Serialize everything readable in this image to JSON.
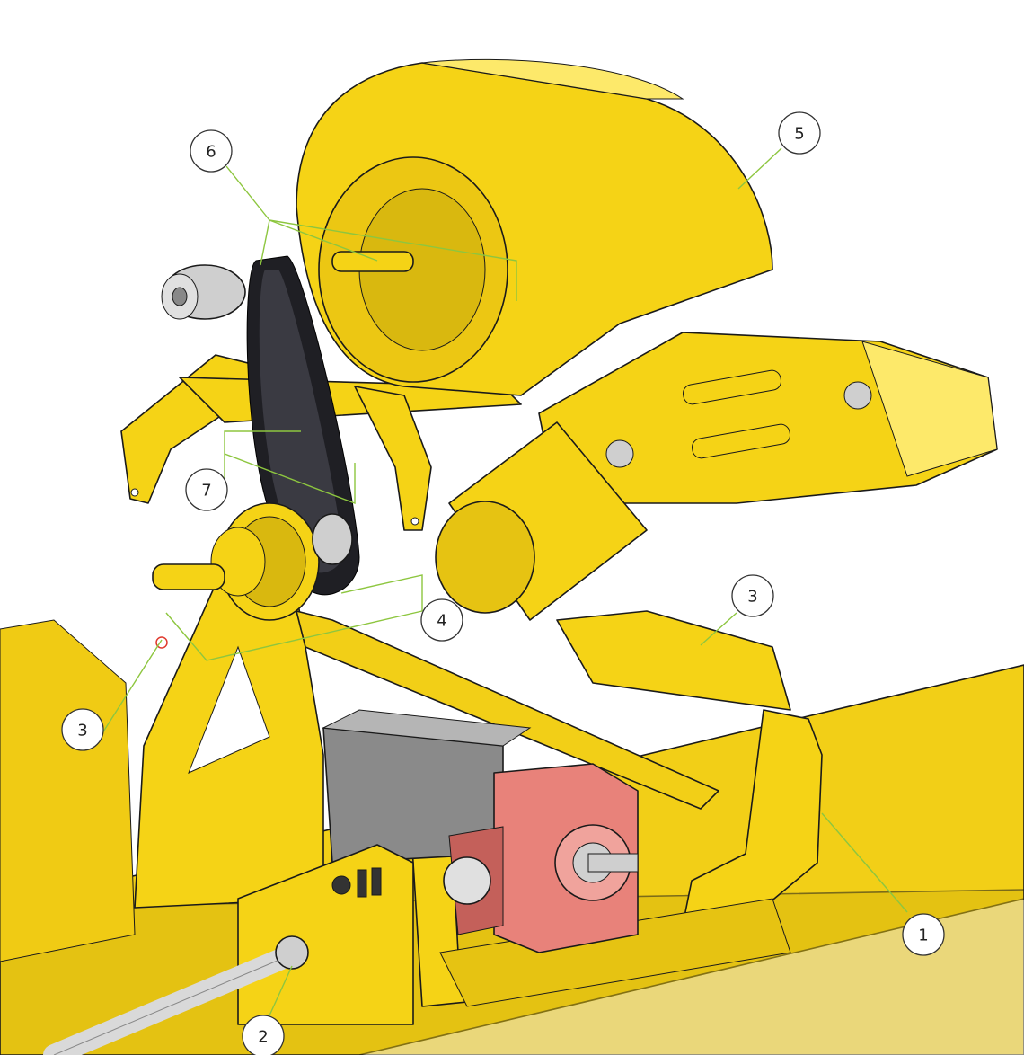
{
  "diagram": {
    "colors": {
      "frame_yellow": "#f5d316",
      "frame_shadow": "#c9a80c",
      "frame_highlight": "#fde96a",
      "gearbox": "#e8827a",
      "gearbox_shadow": "#c4605a",
      "belt": "#1f1f24",
      "pulley_grey": "#cfcfcf",
      "motor_grey": "#8a8a8a",
      "shaft": "#d9d9d9",
      "leader_line": "#8dc63f",
      "small_ring": "#e03a2e"
    },
    "callouts": [
      {
        "id": "c1",
        "label": "1"
      },
      {
        "id": "c2",
        "label": "2"
      },
      {
        "id": "c3a",
        "label": "3"
      },
      {
        "id": "c3b",
        "label": "3"
      },
      {
        "id": "c4",
        "label": "4"
      },
      {
        "id": "c5",
        "label": "5"
      },
      {
        "id": "c6",
        "label": "6"
      },
      {
        "id": "c7",
        "label": "7"
      }
    ]
  }
}
